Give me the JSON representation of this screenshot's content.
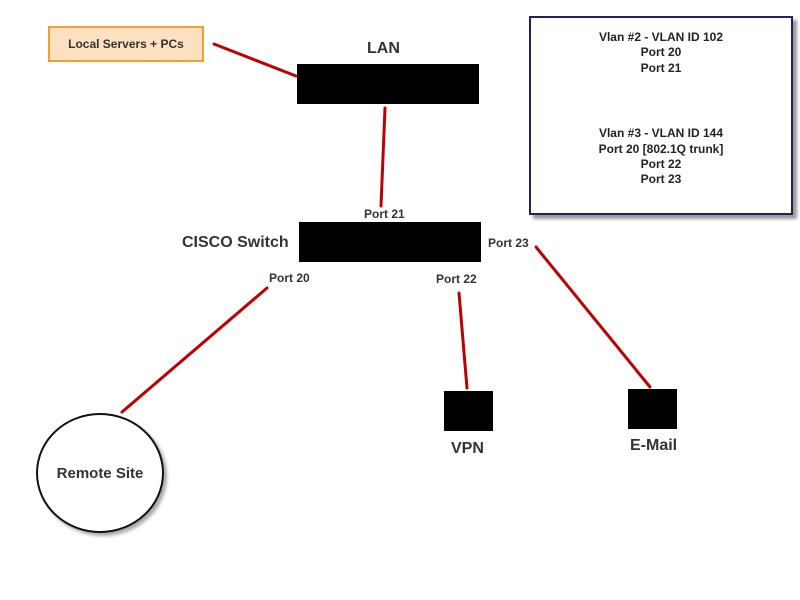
{
  "local_group": {
    "label": "Local Servers + PCs"
  },
  "lan": {
    "label": "LAN"
  },
  "switch": {
    "label": "CISCO Switch"
  },
  "ports": {
    "p21": "Port 21",
    "p20": "Port 20",
    "p22": "Port 22",
    "p23": "Port 23"
  },
  "vlan_info": {
    "vlan2": {
      "title": "Vlan #2 - VLAN ID 102",
      "lines": [
        "Port 20",
        "Port 21"
      ]
    },
    "vlan3": {
      "title": "Vlan #3 - VLAN ID 144",
      "lines": [
        "Port 20 [802.1Q trunk]",
        "Port 22",
        "Port 23"
      ]
    }
  },
  "endpoints": {
    "vpn": "VPN",
    "email": "E-Mail",
    "remote_site": "Remote Site"
  },
  "colors": {
    "link": "#c00000",
    "device": "#000000",
    "local_fill": "#fde0c0",
    "local_border": "#f0a030",
    "vlan_border": "#20206a"
  }
}
